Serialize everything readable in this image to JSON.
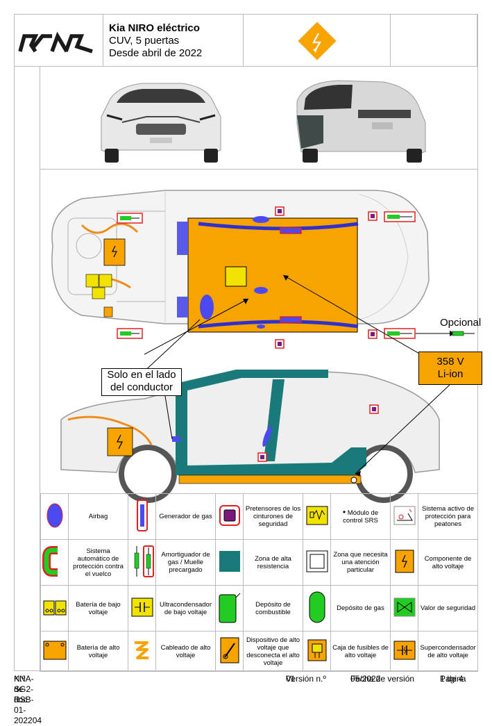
{
  "header": {
    "brand": "KIA",
    "model": "Kia NIRO eléctrico",
    "body": "CUV, 5 puertas",
    "since": "Desde abril de 2022",
    "warning_icon": "high-voltage-warning-icon"
  },
  "diagram": {
    "optional_label": "Opcional",
    "driver_side_label_1": "Solo en el lado",
    "driver_side_label_2": "del conductor",
    "battery_label_1": "358 V",
    "battery_label_2": "Li-ion"
  },
  "legend": [
    [
      {
        "icon": "airbag-icon",
        "text": "Airbag"
      },
      {
        "icon": "gas-generator-icon",
        "text": "Generador de gas"
      },
      {
        "icon": "seatbelt-pretensioner-icon",
        "text": "Pretensores de los cinturones de seguridad"
      },
      {
        "icon": "srs-control-module-icon",
        "text": "Módulo de control SRS"
      },
      {
        "icon": "pedestrian-protection-icon",
        "text": "Sistema activo de protección para peatones"
      }
    ],
    [
      {
        "icon": "rollover-protection-icon",
        "text": "Sistema automático de protección contra el vuelco"
      },
      {
        "icon": "gas-strut-icon",
        "text": "Amortiguador de gas / Muelle precargado"
      },
      {
        "icon": "high-strength-zone-icon",
        "text": "Zona de alta resistencia"
      },
      {
        "icon": "special-attention-zone-icon",
        "text": "Zona que necesita una atención particular"
      },
      {
        "icon": "high-voltage-component-icon",
        "text": "Componente de alto voltaje"
      }
    ],
    [
      {
        "icon": "low-voltage-battery-icon",
        "text": "Batería de bajo voltaje"
      },
      {
        "icon": "low-voltage-ultracapacitor-icon",
        "text": "Ultracondensador de bajo voltaje"
      },
      {
        "icon": "fuel-tank-icon",
        "text": "Depósito de combustible"
      },
      {
        "icon": "gas-tank-icon",
        "text": "Depósito de gas"
      },
      {
        "icon": "safety-valve-icon",
        "text": "Valor de seguridad"
      }
    ],
    [
      {
        "icon": "high-voltage-battery-icon",
        "text": "Batería de alto voltaje"
      },
      {
        "icon": "high-voltage-cabling-icon",
        "text": "Cableado de alto voltaje"
      },
      {
        "icon": "high-voltage-disconnect-icon",
        "text": "Dispositivo de alto voltaje que desconecta el alto voltaje"
      },
      {
        "icon": "high-voltage-fuse-box-icon",
        "text": "Caja de fusibles de alto voltaje"
      },
      {
        "icon": "high-voltage-supercapacitor-icon",
        "text": "Supercondensador de alto voltaje"
      }
    ]
  ],
  "footer": {
    "doc_label": "N.º de doc.",
    "doc_value": "KNA-SG2-RSB-01-202204",
    "version_label": "Versión n.º",
    "version_value": "01",
    "date_label": "Fecha de versión",
    "date_value": "05/2022",
    "page_label": "Página",
    "page_value": "1 de 4"
  },
  "colors": {
    "orange": "#f7a400",
    "teal": "#1a7a7a",
    "blue": "#4a4af0",
    "red": "#e02020",
    "green": "#22cc22",
    "yellow": "#f2e200"
  }
}
